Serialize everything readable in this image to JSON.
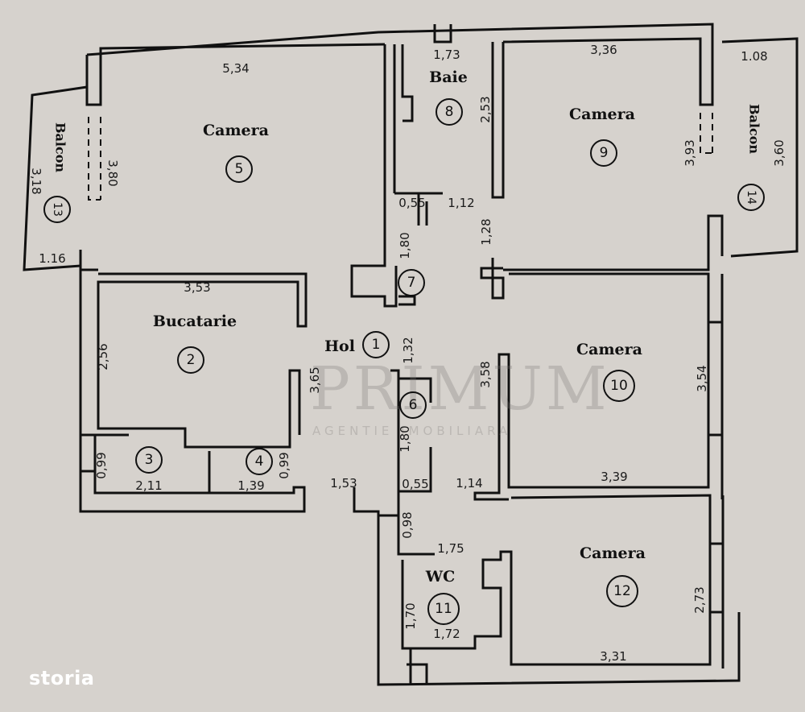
{
  "rooms": {
    "r5": {
      "name": "Camera",
      "num": "5"
    },
    "r13": {
      "name": "Balcon",
      "num": "13"
    },
    "r2": {
      "name": "Bucatarie",
      "num": "2"
    },
    "r3": {
      "num": "3"
    },
    "r4": {
      "num": "4"
    },
    "r1": {
      "name": "Hol",
      "num": "1"
    },
    "r7": {
      "num": "7"
    },
    "r6": {
      "num": "6"
    },
    "r8": {
      "name": "Baie",
      "num": "8"
    },
    "r9": {
      "name": "Camera",
      "num": "9"
    },
    "r14": {
      "name": "Balcon",
      "num": "14"
    },
    "r10": {
      "name": "Camera",
      "num": "10"
    },
    "r12": {
      "name": "Camera",
      "num": "12"
    },
    "r11": {
      "name": "WC",
      "num": "11"
    }
  },
  "dimensions": {
    "d534": "5,34",
    "d380": "3,80",
    "d318": "3,18",
    "d116": "1.16",
    "d353": "3,53",
    "d256": "2,56",
    "d365": "3,65",
    "d099a": "0,99",
    "d211": "2,11",
    "d139": "1,39",
    "d099b": "0,99",
    "d153": "1,53",
    "d173": "1,73",
    "d253": "2,53",
    "d055a": "0,55",
    "d112": "1,12",
    "d180a": "1,80",
    "d128": "1,28",
    "d132": "1,32",
    "d358": "3,58",
    "d180b": "1,80",
    "d055b": "0,55",
    "d114": "1,14",
    "d339": "3,39",
    "d336": "3,36",
    "d108": "1.08",
    "d393": "3,93",
    "d360": "3,60",
    "d354": "3,54",
    "d098": "0,98",
    "d175": "1,75",
    "d170": "1,70",
    "d172": "1,72",
    "d273": "2,73",
    "d331": "3,31"
  },
  "watermark": {
    "brand": "PRIMUM",
    "tagline": "AGENTIE IMOBILIARA"
  },
  "logo": "storia"
}
